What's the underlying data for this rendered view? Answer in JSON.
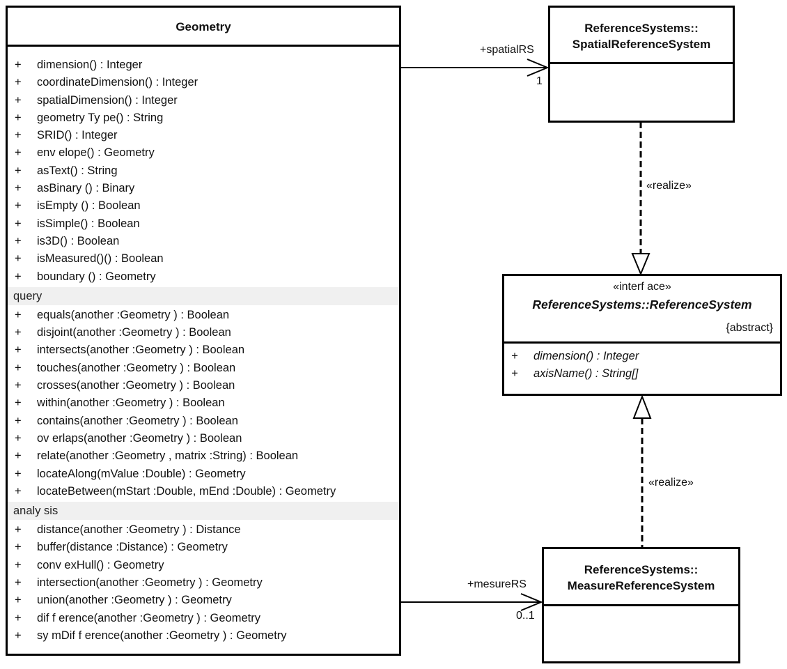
{
  "geometry": {
    "name": "Geometry",
    "ops_main": [
      {
        "vis": "+",
        "sig": "dimension() : Integer"
      },
      {
        "vis": "+",
        "sig": "coordinateDimension() : Integer"
      },
      {
        "vis": "+",
        "sig": "spatialDimension() : Integer"
      },
      {
        "vis": "+",
        "sig": "geometry Ty pe() : String"
      },
      {
        "vis": "+",
        "sig": "SRID() : Integer"
      },
      {
        "vis": "+",
        "sig": "env elope() : Geometry"
      },
      {
        "vis": "+",
        "sig": "asText() : String"
      },
      {
        "vis": "+",
        "sig": "asBinary () : Binary"
      },
      {
        "vis": "+",
        "sig": "isEmpty () : Boolean"
      },
      {
        "vis": "+",
        "sig": "isSimple() : Boolean"
      },
      {
        "vis": "+",
        "sig": "is3D() : Boolean"
      },
      {
        "vis": "+",
        "sig": "isMeasured()() : Boolean"
      },
      {
        "vis": "+",
        "sig": "boundary () : Geometry"
      }
    ],
    "section_query": "query",
    "ops_query": [
      {
        "vis": "+",
        "sig": "equals(another :Geometry ) : Boolean"
      },
      {
        "vis": "+",
        "sig": "disjoint(another :Geometry ) : Boolean"
      },
      {
        "vis": "+",
        "sig": "intersects(another :Geometry ) : Boolean"
      },
      {
        "vis": "+",
        "sig": "touches(another :Geometry ) : Boolean"
      },
      {
        "vis": "+",
        "sig": "crosses(another :Geometry ) : Boolean"
      },
      {
        "vis": "+",
        "sig": "within(another :Geometry ) : Boolean"
      },
      {
        "vis": "+",
        "sig": "contains(another :Geometry ) : Boolean"
      },
      {
        "vis": "+",
        "sig": "ov erlaps(another :Geometry ) : Boolean"
      },
      {
        "vis": "+",
        "sig": "relate(another :Geometry , matrix :String) : Boolean"
      },
      {
        "vis": "+",
        "sig": "locateAlong(mValue :Double) : Geometry"
      },
      {
        "vis": "+",
        "sig": "locateBetween(mStart :Double, mEnd :Double) : Geometry"
      }
    ],
    "section_analysis": "analy sis",
    "ops_analysis": [
      {
        "vis": "+",
        "sig": "distance(another :Geometry ) : Distance"
      },
      {
        "vis": "+",
        "sig": "buffer(distance :Distance) : Geometry"
      },
      {
        "vis": "+",
        "sig": "conv exHull() : Geometry"
      },
      {
        "vis": "+",
        "sig": "intersection(another :Geometry ) : Geometry"
      },
      {
        "vis": "+",
        "sig": "union(another :Geometry ) : Geometry"
      },
      {
        "vis": "+",
        "sig": "dif f erence(another :Geometry ) : Geometry"
      },
      {
        "vis": "+",
        "sig": "sy mDif f erence(another :Geometry ) : Geometry"
      }
    ]
  },
  "spatial_rs": {
    "line1": "ReferenceSystems::",
    "line2": "SpatialReferenceSystem"
  },
  "reference_system": {
    "stereotype": "«interf ace»",
    "name": "ReferenceSystems::ReferenceSystem",
    "constraint": "{abstract}",
    "ops": [
      {
        "vis": "+",
        "sig": "dimension() : Integer"
      },
      {
        "vis": "+",
        "sig": "axisName() : String[]"
      }
    ]
  },
  "measure_rs": {
    "line1": "ReferenceSystems::",
    "line2": "MeasureReferenceSystem"
  },
  "associations": {
    "spatial": {
      "role": "+spatialRS",
      "multiplicity": "1"
    },
    "measure": {
      "role": "+mesureRS",
      "multiplicity": "0..1"
    }
  },
  "realizations": {
    "top": "«realize»",
    "bottom": "«realize»"
  }
}
